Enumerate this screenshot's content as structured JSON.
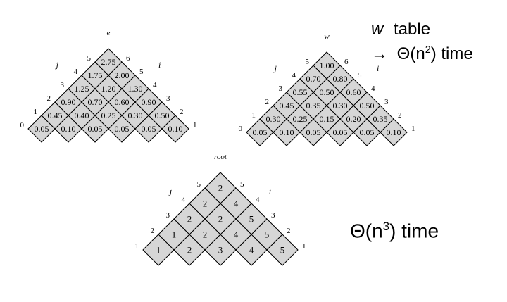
{
  "tables": [
    {
      "key": "e",
      "title": "e",
      "left_label": "j",
      "right_label": "i",
      "j_labels": [
        "0",
        "1",
        "2",
        "3",
        "4",
        "5"
      ],
      "i_labels": [
        "1",
        "2",
        "3",
        "4",
        "5",
        "6"
      ],
      "rows": [
        [
          "0.05",
          "0.10",
          "0.05",
          "0.05",
          "0.05",
          "0.10"
        ],
        [
          "0.45",
          "0.40",
          "0.25",
          "0.30",
          "0.50"
        ],
        [
          "0.90",
          "0.70",
          "0.60",
          "0.90"
        ],
        [
          "1.25",
          "1.20",
          "1.30"
        ],
        [
          "1.75",
          "2.00"
        ],
        [
          "2.75"
        ]
      ]
    },
    {
      "key": "w",
      "title": "w",
      "left_label": "j",
      "right_label": "i",
      "j_labels": [
        "0",
        "1",
        "2",
        "3",
        "4",
        "5"
      ],
      "i_labels": [
        "1",
        "2",
        "3",
        "4",
        "5",
        "6"
      ],
      "rows": [
        [
          "0.05",
          "0.10",
          "0.05",
          "0.05",
          "0.05",
          "0.10"
        ],
        [
          "0.30",
          "0.25",
          "0.15",
          "0.20",
          "0.35"
        ],
        [
          "0.45",
          "0.35",
          "0.30",
          "0.50"
        ],
        [
          "0.55",
          "0.50",
          "0.60"
        ],
        [
          "0.70",
          "0.80"
        ],
        [
          "1.00"
        ]
      ]
    },
    {
      "key": "root",
      "title": "root",
      "left_label": "j",
      "right_label": "i",
      "j_labels": [
        "1",
        "2",
        "3",
        "4",
        "5"
      ],
      "i_labels": [
        "1",
        "2",
        "3",
        "4",
        "5"
      ],
      "rows": [
        [
          "1",
          "2",
          "3",
          "4",
          "5"
        ],
        [
          "1",
          "2",
          "4",
          "5"
        ],
        [
          "2",
          "2",
          "5"
        ],
        [
          "2",
          "4"
        ],
        [
          "2"
        ]
      ]
    }
  ],
  "notes": {
    "w_var": "w",
    "w_rest": "table",
    "arrow": "→",
    "line2_prefix": "Θ(n",
    "line2_sup": "2",
    "line2_suffix": ") time",
    "line3_prefix": "Θ(n",
    "line3_sup": "3",
    "line3_suffix": ") time"
  }
}
